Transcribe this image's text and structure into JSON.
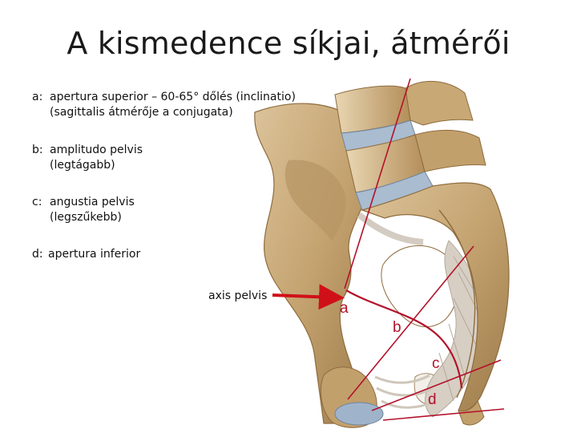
{
  "title": "A kismedence síkjai, átmérői",
  "legend": [
    {
      "key": "a:",
      "line1": "apertura superior – 60-65° dőlés (inclinatio)",
      "line2": "(sagittalis átmérője a conjugata)"
    },
    {
      "key": "b:",
      "line1": "amplitudo pelvis",
      "line2": "(legtágabb)"
    },
    {
      "key": "c:",
      "line1": "angustia pelvis",
      "line2": "(legszűkebb)"
    },
    {
      "key": "d:",
      "line1": "apertura inferior",
      "line2": ""
    }
  ],
  "axis_label": "axis pelvis",
  "plane_letters": {
    "a": "a",
    "b": "b",
    "c": "c",
    "d": "d"
  },
  "colors": {
    "bone": "#c9a978",
    "bone_dark": "#8e6b3d",
    "disc": "#a9bcd0",
    "ligament": "#d7cfc4",
    "plane_line": "#b3122a",
    "arrow": "#d01018"
  }
}
